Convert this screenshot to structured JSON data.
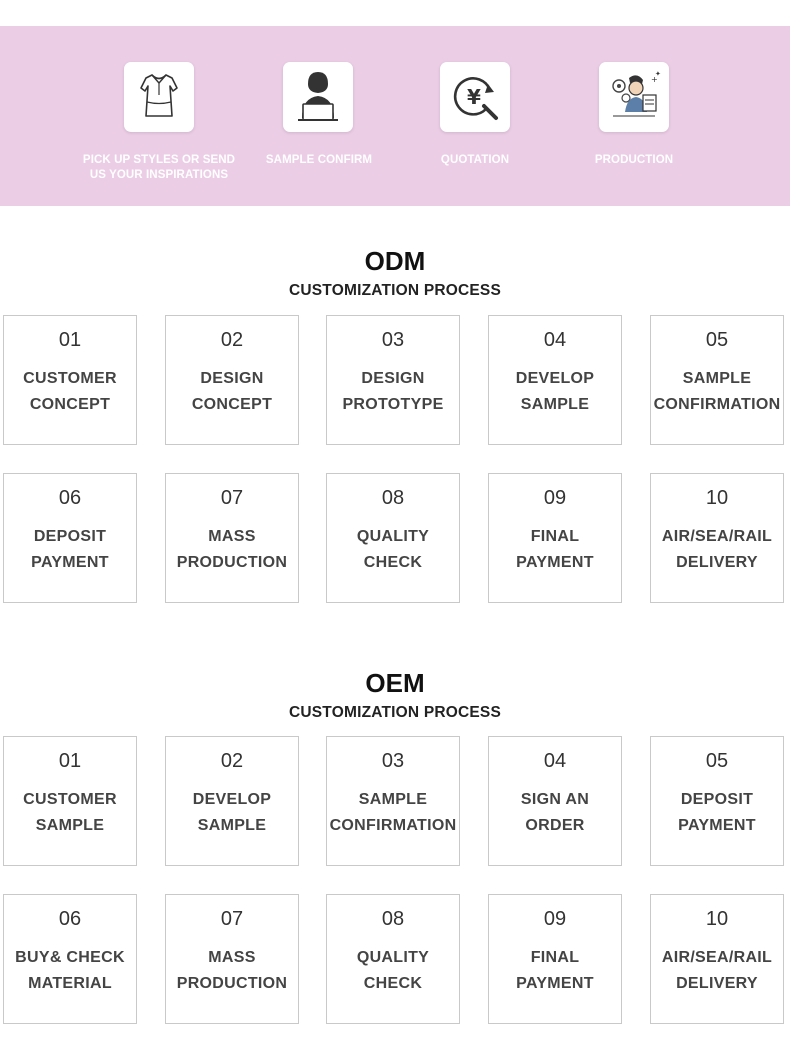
{
  "banner": {
    "items": [
      {
        "label": "PICK UP STYLES OR SEND\nUS YOUR INSPIRATIONS",
        "icon": "dress-icon"
      },
      {
        "label": "SAMPLE CONFIRM",
        "icon": "person-laptop-icon"
      },
      {
        "label": "QUOTATION",
        "icon": "yen-search-icon"
      },
      {
        "label": "PRODUCTION",
        "icon": "worker-gears-icon"
      }
    ],
    "background": "#ebcde6"
  },
  "odm": {
    "title": "ODM",
    "subtitle": "CUSTOMIZATION PROCESS",
    "steps": [
      {
        "num": "01",
        "label": "CUSTOMER\nCONCEPT"
      },
      {
        "num": "02",
        "label": "DESIGN\nCONCEPT"
      },
      {
        "num": "03",
        "label": "DESIGN\nPROTOTYPE"
      },
      {
        "num": "04",
        "label": "DEVELOP\nSAMPLE"
      },
      {
        "num": "05",
        "label": "SAMPLE\nCONFIRMATION"
      },
      {
        "num": "06",
        "label": "DEPOSIT\nPAYMENT"
      },
      {
        "num": "07",
        "label": "MASS\nPRODUCTION"
      },
      {
        "num": "08",
        "label": "QUALITY\nCHECK"
      },
      {
        "num": "09",
        "label": "FINAL\nPAYMENT"
      },
      {
        "num": "10",
        "label": "AIR/SEA/RAIL\nDELIVERY"
      }
    ]
  },
  "oem": {
    "title": "OEM",
    "subtitle": "CUSTOMIZATION PROCESS",
    "steps": [
      {
        "num": "01",
        "label": "CUSTOMER\nSAMPLE"
      },
      {
        "num": "02",
        "label": "DEVELOP\nSAMPLE"
      },
      {
        "num": "03",
        "label": "SAMPLE\nCONFIRMATION"
      },
      {
        "num": "04",
        "label": "SIGN AN\nORDER"
      },
      {
        "num": "05",
        "label": "DEPOSIT\nPAYMENT"
      },
      {
        "num": "06",
        "label": "BUY& CHECK\nMATERIAL"
      },
      {
        "num": "07",
        "label": "MASS\nPRODUCTION"
      },
      {
        "num": "08",
        "label": "QUALITY\nCHECK"
      },
      {
        "num": "09",
        "label": "FINAL\nPAYMENT"
      },
      {
        "num": "10",
        "label": "AIR/SEA/RAIL\nDELIVERY"
      }
    ]
  }
}
